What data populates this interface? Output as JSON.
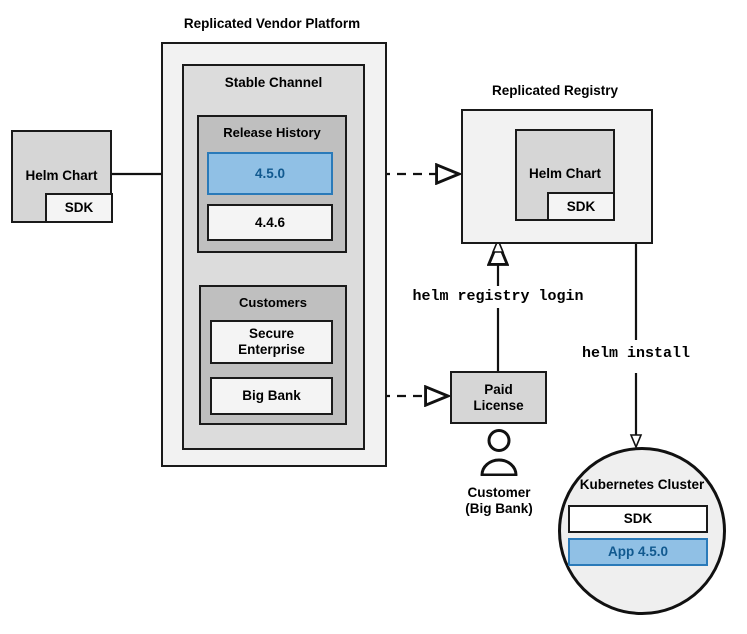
{
  "diagram": {
    "title": "Replicated Helm Chart distribution flow",
    "background": "#ffffff",
    "accent_blue_fill": "#90c0e5",
    "accent_blue_border": "#2a7ab9",
    "accent_blue_text": "#11598f",
    "stroke": "#1a1a1a"
  },
  "source": {
    "helm_chart_label": "Helm Chart",
    "sdk_label": "SDK"
  },
  "platform": {
    "title": "Replicated Vendor Platform",
    "channel": {
      "title": "Stable Channel",
      "release_history": {
        "title": "Release History",
        "releases": [
          {
            "version": "4.5.0",
            "highlighted": true
          },
          {
            "version": "4.4.6",
            "highlighted": false
          }
        ]
      },
      "customers": {
        "title": "Customers",
        "entries": [
          {
            "name": "Secure\nEnterprise"
          },
          {
            "name": "Big Bank"
          }
        ]
      }
    }
  },
  "registry": {
    "title": "Replicated Registry",
    "helm_chart_label": "Helm Chart",
    "sdk_label": "SDK"
  },
  "license": {
    "label": "Paid\nLicense",
    "customer_caption_line1": "Customer",
    "customer_caption_line2": "(Big Bank)",
    "person_icon": "person-icon"
  },
  "cluster": {
    "title": "Kubernetes Cluster",
    "items": [
      {
        "label": "SDK",
        "highlighted": false
      },
      {
        "label": "App 4.5.0",
        "highlighted": true
      }
    ]
  },
  "commands": {
    "registry_login": "helm registry login",
    "install": "helm install"
  },
  "edges": [
    {
      "name": "helm-chart-to-release",
      "style": "solid",
      "from": "helm-chart",
      "to": "release-4.5.0"
    },
    {
      "name": "release-to-registry",
      "style": "dashed",
      "from": "release-4.5.0",
      "to": "registry"
    },
    {
      "name": "big-bank-to-license",
      "style": "dashed",
      "from": "customer-big-bank",
      "to": "paid-license"
    },
    {
      "name": "license-to-registry",
      "style": "solid",
      "from": "paid-license",
      "to": "registry",
      "label": "helm registry login"
    },
    {
      "name": "registry-to-cluster",
      "style": "solid",
      "from": "registry",
      "to": "kubernetes-cluster",
      "label": "helm install"
    }
  ]
}
